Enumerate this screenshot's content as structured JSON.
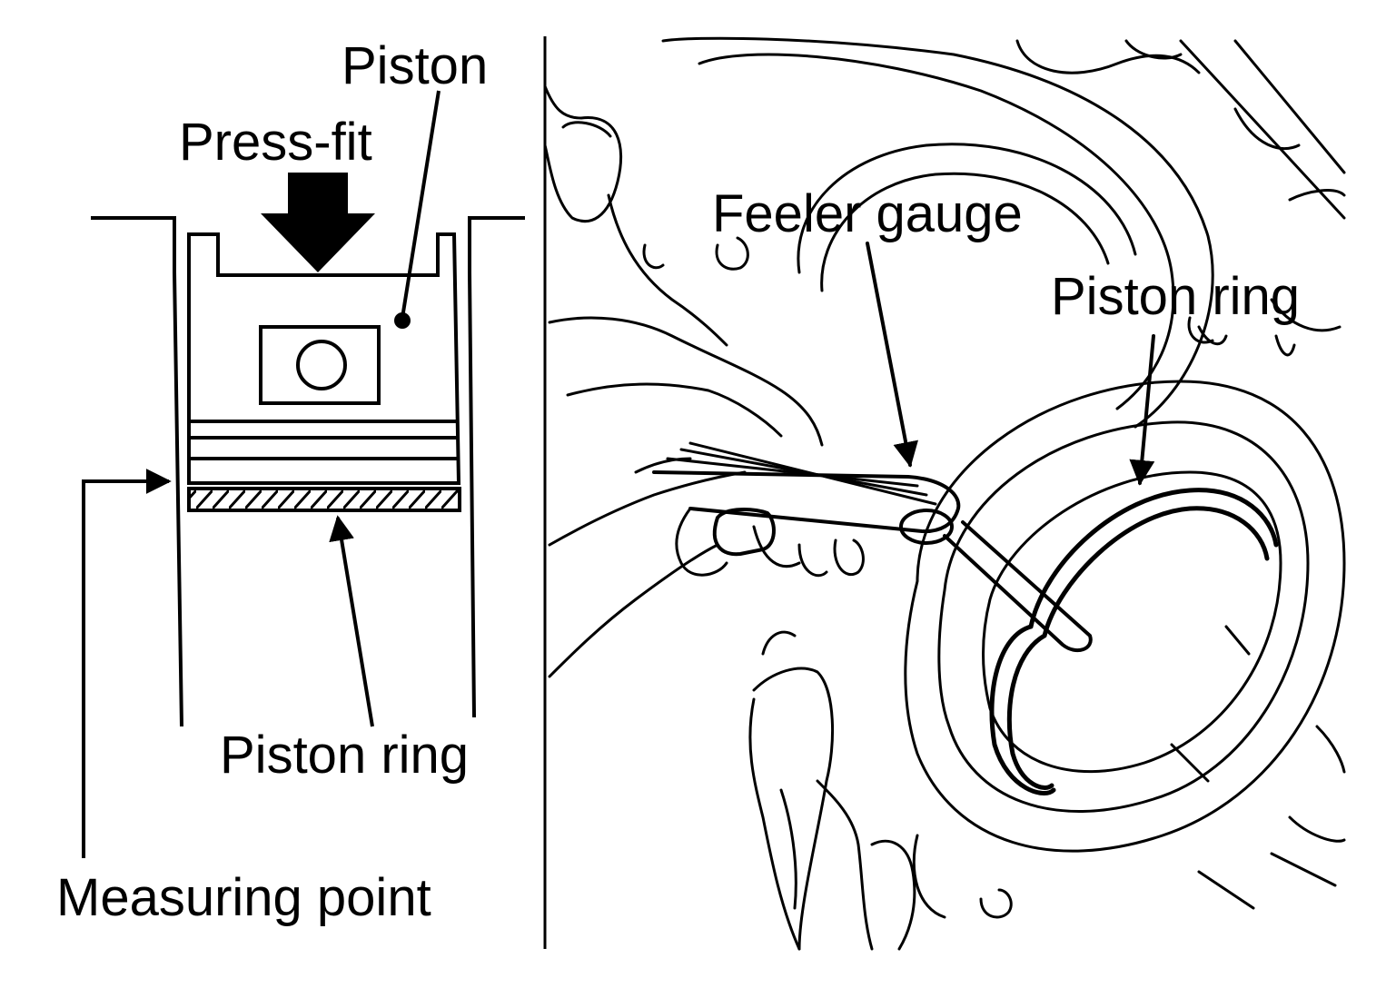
{
  "labels": {
    "piston": "Piston",
    "press_fit": "Press-fit",
    "piston_ring_left": "Piston ring",
    "measuring_point": "Measuring point",
    "feeler_gauge": "Feeler gauge",
    "piston_ring_right": "Piston ring"
  },
  "colors": {
    "ink": "#000000",
    "paper": "#ffffff"
  }
}
